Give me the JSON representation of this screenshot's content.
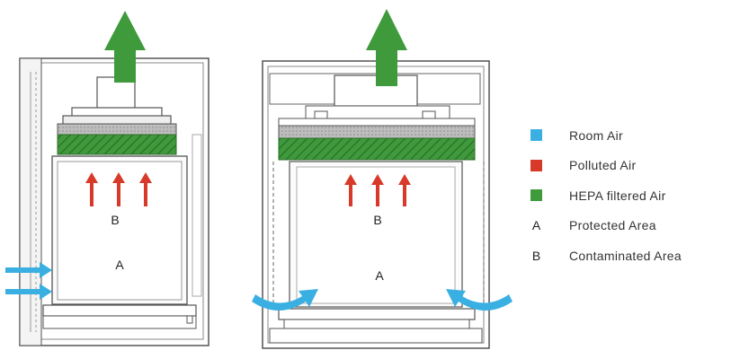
{
  "colors": {
    "room_air": "#3ab0e2",
    "polluted_air": "#d83a2a",
    "hepa_filtered_air": "#3f9a3c",
    "frame": "#555555"
  },
  "cabinets": [
    {
      "zone_b": "B",
      "zone_a": "A"
    },
    {
      "zone_b": "B",
      "zone_a": "A"
    }
  ],
  "legend": [
    {
      "key": "swatch",
      "color": "#3ab0e2",
      "label": "Room Air",
      "icon": "room-air-swatch"
    },
    {
      "key": "swatch",
      "color": "#d83a2a",
      "label": "Polluted Air",
      "icon": "polluted-air-swatch"
    },
    {
      "key": "swatch",
      "color": "#3f9a3c",
      "label": "HEPA filtered Air",
      "icon": "hepa-air-swatch"
    },
    {
      "key": "letter",
      "letter": "A",
      "label": "Protected Area"
    },
    {
      "key": "letter",
      "letter": "B",
      "label": "Contaminated Area"
    }
  ]
}
